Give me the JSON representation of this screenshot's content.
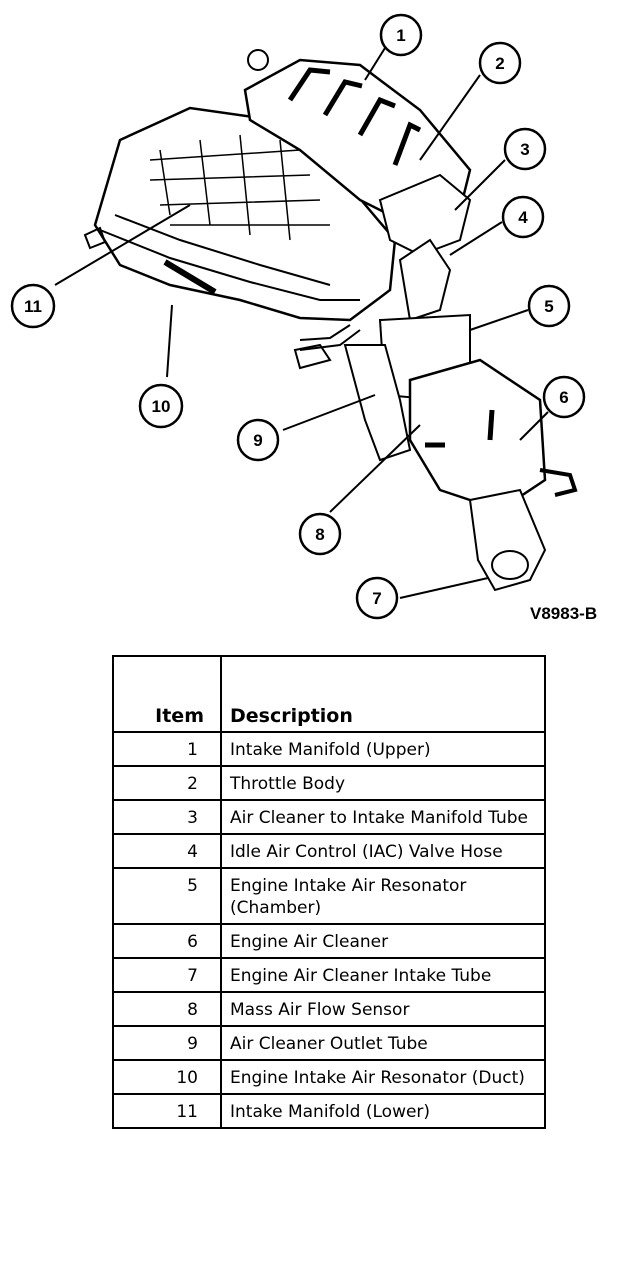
{
  "figure_id": "V8983-B",
  "callouts": [
    "1",
    "2",
    "3",
    "4",
    "5",
    "6",
    "7",
    "8",
    "9",
    "10",
    "11"
  ],
  "legend": {
    "headers": {
      "item": "Item",
      "description": "Description"
    },
    "rows": [
      {
        "item": "1",
        "description": "Intake Manifold (Upper)"
      },
      {
        "item": "2",
        "description": "Throttle Body"
      },
      {
        "item": "3",
        "description": "Air Cleaner to Intake Manifold Tube"
      },
      {
        "item": "4",
        "description": "Idle Air Control (IAC) Valve Hose"
      },
      {
        "item": "5",
        "description": "Engine Intake Air Resonator (Chamber)"
      },
      {
        "item": "6",
        "description": "Engine Air Cleaner"
      },
      {
        "item": "7",
        "description": "Engine Air Cleaner Intake Tube"
      },
      {
        "item": "8",
        "description": "Mass Air Flow Sensor"
      },
      {
        "item": "9",
        "description": "Air Cleaner Outlet Tube"
      },
      {
        "item": "10",
        "description": "Engine Intake Air Resonator (Duct)"
      },
      {
        "item": "11",
        "description": "Intake Manifold (Lower)"
      }
    ]
  }
}
